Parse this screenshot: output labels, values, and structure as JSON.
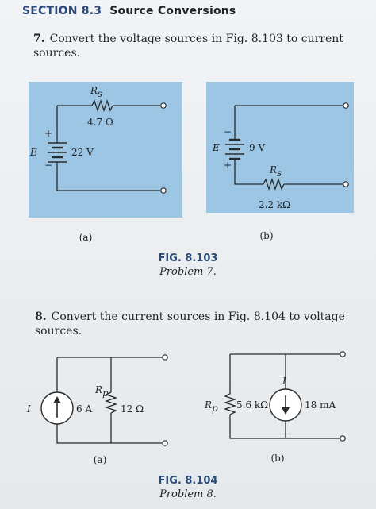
{
  "header": {
    "section_label": "SECTION 8.3",
    "section_name": "Source Conversions"
  },
  "problem7": {
    "number": "7.",
    "text": "Convert the voltage sources in Fig. 8.103 to current sources."
  },
  "fig103": {
    "a": {
      "resistor_label": "R",
      "resistor_sub": "s",
      "resistor_value": "4.7 Ω",
      "source_label": "E",
      "source_value": "22 V",
      "plus": "+",
      "minus": "−",
      "caption": "(a)"
    },
    "b": {
      "resistor_label": "R",
      "resistor_sub": "s",
      "resistor_value": "2.2 kΩ",
      "source_label": "E",
      "source_value": "9 V",
      "plus": "+",
      "minus": "−",
      "caption": "(b)"
    },
    "fig_label": "FIG. 8.103",
    "problem_label": "Problem 7."
  },
  "problem8": {
    "number": "8.",
    "text": "Convert the current sources in Fig. 8.104 to voltage sources."
  },
  "fig104": {
    "a": {
      "current_label": "I",
      "current_value": "6 A",
      "resistor_label": "R",
      "resistor_sub": "p",
      "resistor_value": "12 Ω",
      "caption": "(a)"
    },
    "b": {
      "current_label": "I",
      "current_value": "18 mA",
      "resistor_label": "R",
      "resistor_sub": "p",
      "resistor_value": "5.6 kΩ",
      "caption": "(b)"
    },
    "fig_label": "FIG. 8.104",
    "problem_label": "Problem 8."
  },
  "colors": {
    "accent_blue": "#2b4a78",
    "panel_blue": "#9cc6e4",
    "wire": "#2a2a2a"
  }
}
